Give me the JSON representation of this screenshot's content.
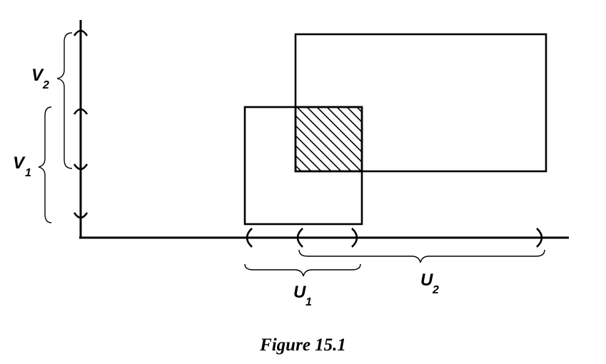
{
  "labels": {
    "v1": {
      "main": "V",
      "sub": "1"
    },
    "v2": {
      "main": "V",
      "sub": "2"
    },
    "u1": {
      "main": "U",
      "sub": "1"
    },
    "u2": {
      "main": "U",
      "sub": "2"
    }
  },
  "caption": "Figure 15.1",
  "colors": {
    "stroke": "#000000",
    "background": "#ffffff"
  }
}
